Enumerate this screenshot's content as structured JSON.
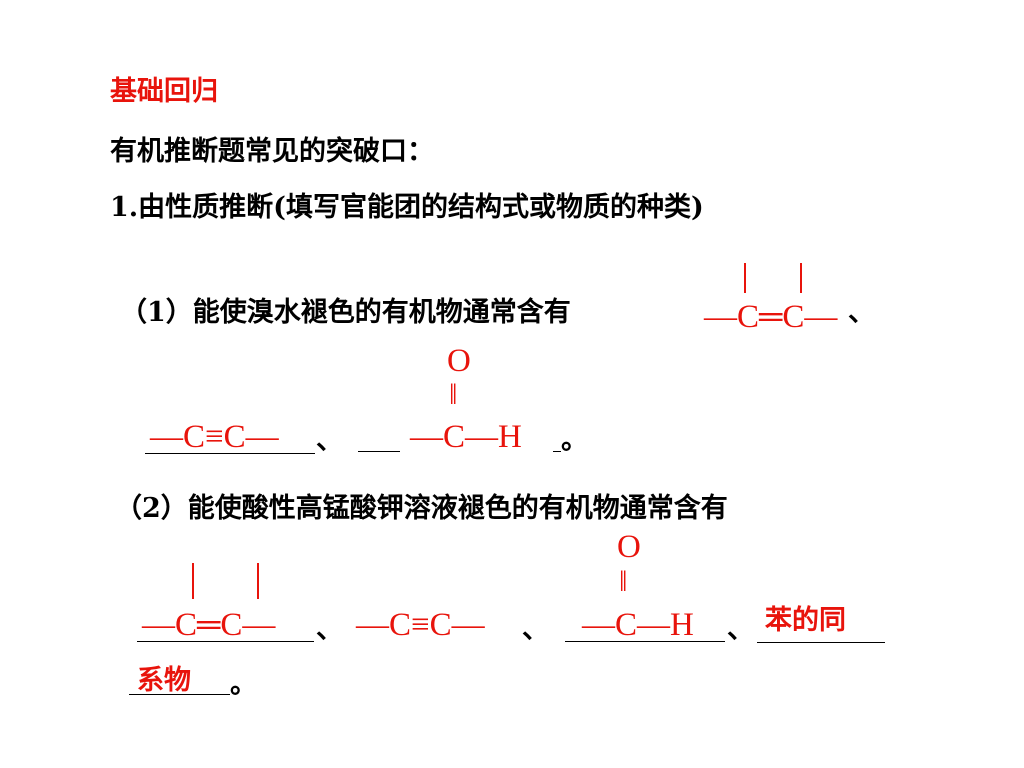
{
  "heading": "基础回归",
  "intro": "有机推断题常见的突破口：",
  "section": "1.由性质推断(填写官能团的结构式或物质的种类)",
  "q1": {
    "prompt": "（1）能使溴水褪色的有机物通常含有",
    "answer_alkene": "—C═C—",
    "sep1": "、",
    "answer_alkyne": "—C≡C—",
    "sep2": "、",
    "answer_aldehyde_o": "O",
    "answer_aldehyde_dbl": "‖",
    "answer_aldehyde": "—C—H",
    "end": "。"
  },
  "q2": {
    "prompt": "（2）能使酸性高锰酸钾溶液褪色的有机物通常含有",
    "answer_alkene": "—C═C—",
    "sep1": "、",
    "answer_alkyne": "—C≡C—",
    "sep2": "、",
    "answer_aldehyde_o": "O",
    "answer_aldehyde_dbl": "‖",
    "answer_aldehyde": "—C—H",
    "sep3": "、",
    "answer_homolog_1": "苯的同",
    "answer_homolog_2": "系物",
    "end": "。"
  },
  "colors": {
    "answer": "#e8140c",
    "text": "#000000"
  }
}
